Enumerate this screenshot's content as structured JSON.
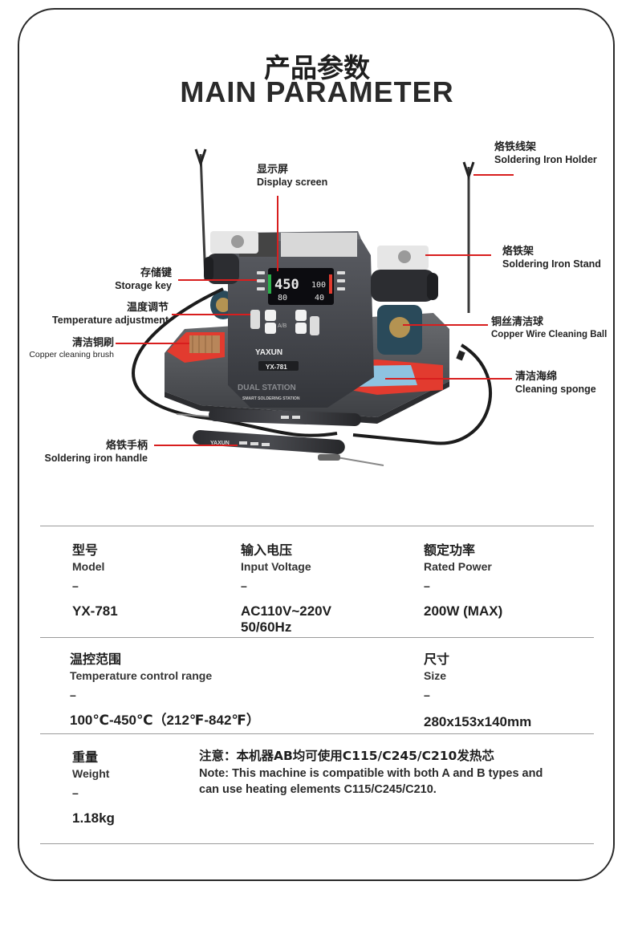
{
  "title": {
    "cn": "产品参数",
    "en": "MAIN PARAMETER"
  },
  "callouts": {
    "display": {
      "cn": "显示屏",
      "en": "Display screen"
    },
    "holder": {
      "cn": "烙铁线架",
      "en": "Soldering Iron Holder"
    },
    "storage": {
      "cn": "存储键",
      "en": "Storage key"
    },
    "stand": {
      "cn": "烙铁架",
      "en": "Soldering Iron Stand"
    },
    "temp": {
      "cn": "温度调节",
      "en": "Temperature adjustment"
    },
    "brush": {
      "cn": "清洁铜刷",
      "en": "Copper cleaning brush"
    },
    "ball": {
      "cn": "铜丝清洁球",
      "en": "Copper Wire Cleaning Ball"
    },
    "sponge": {
      "cn": "清洁海绵",
      "en": "Cleaning sponge"
    },
    "handle": {
      "cn": "烙铁手柄",
      "en": "Soldering iron handle"
    }
  },
  "device": {
    "brand": "YAXUN",
    "model_badge": "YX-781",
    "panel_temp_a": "450",
    "panel_temp_b": "100",
    "panel_set_a": "80",
    "panel_set_b": "40",
    "ab_label": "A/B",
    "front_title": "DUAL STATION",
    "front_sub": "SMART SOLDERING STATION",
    "handle_brand": "YAXUN"
  },
  "specs": {
    "model": {
      "cn": "型号",
      "en": "Model",
      "dash": "–",
      "value": "YX-781"
    },
    "voltage": {
      "cn": "输入电压",
      "en": "Input Voltage",
      "dash": "–",
      "value_1": "AC110V~220V",
      "value_2": "50/60Hz"
    },
    "power": {
      "cn": "额定功率",
      "en": "Rated Power",
      "dash": "–",
      "value": "200W (MAX)"
    },
    "range": {
      "cn": "温控范围",
      "en": "Temperature control range",
      "dash": "–",
      "value": "100℃-450℃（212℉-842℉）"
    },
    "size": {
      "cn": "尺寸",
      "en": "Size",
      "dash": "–",
      "value": "280x153x140mm"
    },
    "weight": {
      "cn": "重量",
      "en": "Weight",
      "dash": "–",
      "value": "1.18kg"
    }
  },
  "note": {
    "cn": "注意：本机器AB均可使用C115/C245/C210发热芯",
    "en_1": "Note: This machine is compatible with both A and B types and",
    "en_2": "can use heating elements C115/C245/C210."
  },
  "colors": {
    "callout_line": "#d81e1e",
    "text": "#1e1e1e",
    "body_dark": "#4a4c52",
    "accent_red": "#e03a2f"
  }
}
